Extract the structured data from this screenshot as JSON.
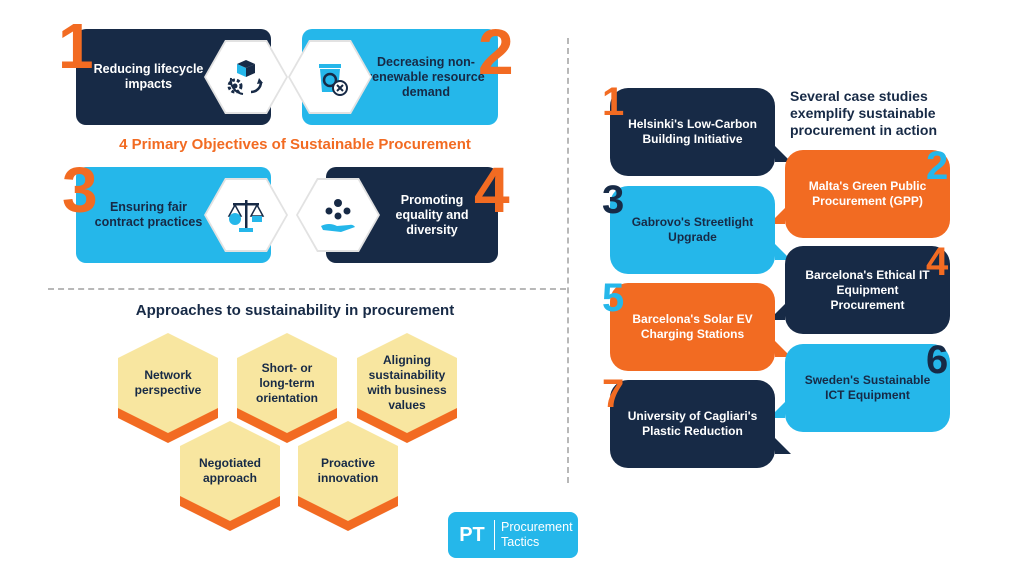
{
  "objectives": {
    "title": "4 Primary Objectives of Sustainable Procurement",
    "items": [
      {
        "num": "1",
        "label": "Reducing lifecycle impacts",
        "icon": "lifecycle-box-icon"
      },
      {
        "num": "2",
        "label": "Decreasing non-renewable resource demand",
        "icon": "recycle-bin-icon"
      },
      {
        "num": "3",
        "label": "Ensuring fair contract practices",
        "icon": "scale-balance-icon"
      },
      {
        "num": "4",
        "label": "Promoting equality and diversity",
        "icon": "people-hand-icon"
      }
    ]
  },
  "approaches": {
    "title": "Approaches to sustainability in procurement",
    "items": [
      "Network perspective",
      "Short- or long-term orientation",
      "Aligning sustainability with business values",
      "Negotiated approach",
      "Proactive innovation"
    ]
  },
  "case_studies": {
    "title": "Several case studies exemplify sustainable procurement in action",
    "items": [
      {
        "num": "1",
        "label": "Helsinki's Low-Carbon Building Initiative"
      },
      {
        "num": "2",
        "label": "Malta's Green Public Procurement (GPP)"
      },
      {
        "num": "3",
        "label": "Gabrovo's Streetlight Upgrade"
      },
      {
        "num": "4",
        "label": "Barcelona's Ethical IT Equipment Procurement"
      },
      {
        "num": "5",
        "label": "Barcelona's Solar EV Charging Stations"
      },
      {
        "num": "6",
        "label": "Sweden's Sustainable ICT Equipment"
      },
      {
        "num": "7",
        "label": "University of Cagliari's Plastic Reduction"
      }
    ]
  },
  "logo": {
    "mark": "PT",
    "line1": "Procurement",
    "line2": "Tactics"
  },
  "colors": {
    "navy": "#172a46",
    "sky": "#25b7ea",
    "orange": "#f26b22",
    "honey": "#f8e6a0"
  }
}
